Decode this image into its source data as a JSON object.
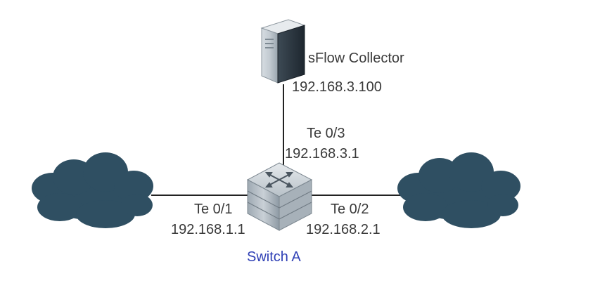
{
  "collector": {
    "name": "sFlow Collector",
    "ip": "192.168.3.100",
    "icon": "server-icon"
  },
  "switch": {
    "name": "Switch A",
    "icon": "switch-icon",
    "name_color": "#2e3fb5"
  },
  "ports": {
    "uplink": {
      "port": "Te 0/3",
      "ip": "192.168.3.1"
    },
    "left": {
      "port": "Te 0/1",
      "ip": "192.168.1.1"
    },
    "right": {
      "port": "Te 0/2",
      "ip": "192.168.2.1"
    }
  },
  "clouds": {
    "icon": "cloud-icon",
    "color": "#2f4f62"
  }
}
